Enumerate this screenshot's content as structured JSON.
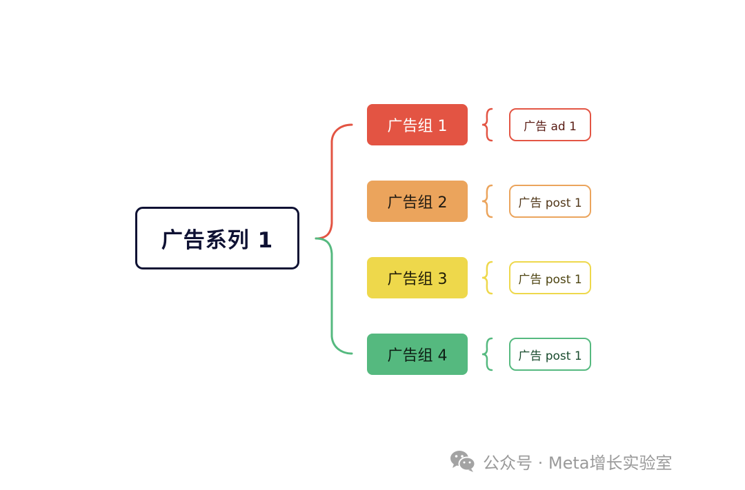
{
  "root": {
    "label": "广告系列 1"
  },
  "groups": [
    {
      "label": "广告组 1",
      "color": "#e35443",
      "text_color": "#ffffff",
      "ad": {
        "label": "广告 ad 1",
        "text_color": "#5a1c14"
      }
    },
    {
      "label": "广告组 2",
      "color": "#eba45c",
      "text_color": "#1f1a12",
      "ad": {
        "label": "广告 post 1",
        "text_color": "#4f3517"
      }
    },
    {
      "label": "广告组 3",
      "color": "#eed84b",
      "text_color": "#1f1c08",
      "ad": {
        "label": "广告 post 1",
        "text_color": "#4c4310"
      }
    },
    {
      "label": "广告组 4",
      "color": "#55b97f",
      "text_color": "#0e1e14",
      "ad": {
        "label": "广告 post 1",
        "text_color": "#174a2c"
      }
    }
  ],
  "root_colors": {
    "border": "#0e1133",
    "text": "#0e1133"
  },
  "watermark": {
    "icon": "wechat-icon",
    "text": "公众号 · Meta增长实验室",
    "color": "#9a9a9a"
  }
}
